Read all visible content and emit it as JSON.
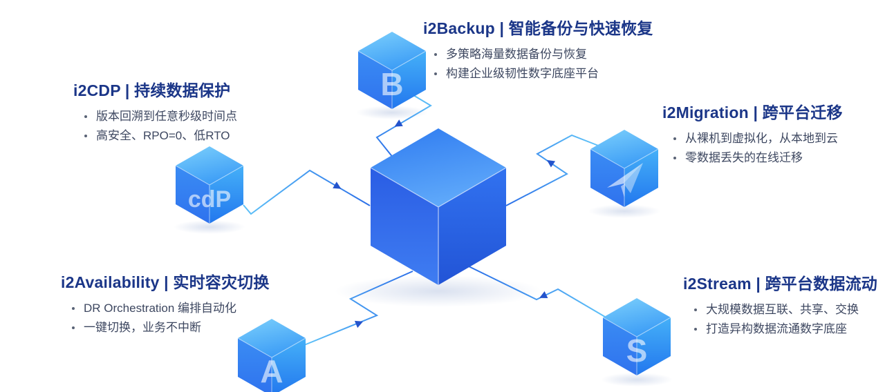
{
  "diagram": {
    "name": "product-architecture-diagram",
    "features": [
      {
        "key": "backup",
        "title": "i2Backup | 智能备份与快速恢复",
        "bullets": [
          "多策略海量数据备份与恢复",
          "构建企业级韧性数字底座平台"
        ],
        "cube_letter": "B",
        "icon": "letter-b-cube-icon"
      },
      {
        "key": "cdp",
        "title": "i2CDP | 持续数据保护",
        "bullets": [
          "版本回溯到任意秒级时间点",
          "高安全、RPO=0、低RTO"
        ],
        "cube_letter": "cdP",
        "icon": "cdp-cube-icon"
      },
      {
        "key": "migration",
        "title": "i2Migration | 跨平台迁移",
        "bullets": [
          "从裸机到虚拟化，从本地到云",
          "零数据丢失的在线迁移"
        ],
        "cube_letter": "",
        "icon": "paper-plane-cube-icon"
      },
      {
        "key": "availability",
        "title": "i2Availability | 实时容灾切换",
        "bullets": [
          "DR Orchestration 编排自动化",
          "一键切换，业务不中断"
        ],
        "cube_letter": "A",
        "icon": "letter-a-cube-icon"
      },
      {
        "key": "stream",
        "title": "i2Stream | 跨平台数据流动",
        "bullets": [
          "大规模数据互联、共享、交换",
          "打造异构数据流通数字底座"
        ],
        "cube_letter": "S",
        "icon": "letter-s-cube-icon"
      }
    ],
    "colors": {
      "title": "#1b3688",
      "body_text": "#3d4760",
      "line_light": "#5ec2f8",
      "line_deep": "#2b6fe8",
      "arrowhead": "#2353cc",
      "satellite_cube_top": "#7cd0fc",
      "satellite_cube_left": "#2f7ff2",
      "satellite_cube_right": "#45b0f8",
      "center_cube_top": "#5ea8fa",
      "center_cube_left": "#2a5de4",
      "center_cube_right": "#2254d6"
    }
  }
}
